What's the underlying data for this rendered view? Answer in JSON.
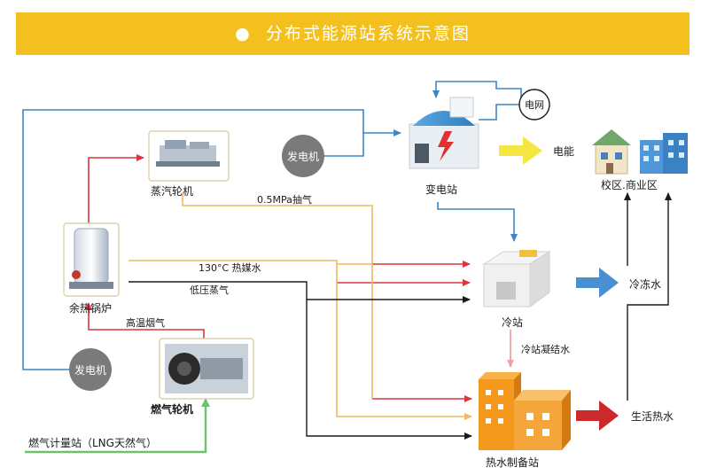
{
  "title": "分布式能源站系统示意图",
  "colors": {
    "title_bg": "#f4c01e",
    "blue_line": "#3d86c6",
    "red_line": "#d9363e",
    "orange_line": "#f0b860",
    "black_line": "#1a1a1a",
    "green_line": "#6cc070",
    "pink_line": "#f2a0a8",
    "generator_circle": "#7a7a7a"
  },
  "nodes": {
    "steam_turbine": "蒸汽轮机",
    "generator_top": "发电机",
    "grid": "电网",
    "substation": "变电站",
    "electricity": "电能",
    "campus": "校区.商业区",
    "waste_heat_boiler": "余热锅炉",
    "cooling_station": "冷站",
    "frozen_water": "冷冻水",
    "gas_turbine": "燃气轮机",
    "generator_bottom": "发电机",
    "metering_station": "燃气计量站（LNG天然气）",
    "hot_water_station": "热水制备站",
    "domestic_hot_water": "生活热水"
  },
  "flows": {
    "extraction_steam": "0.5MPa抽气",
    "heat_medium_water": "130°C 热媒水",
    "low_pressure_steam": "低压蒸气",
    "high_temp_flue_gas": "高温烟气",
    "condensate": "冷站凝结水"
  }
}
